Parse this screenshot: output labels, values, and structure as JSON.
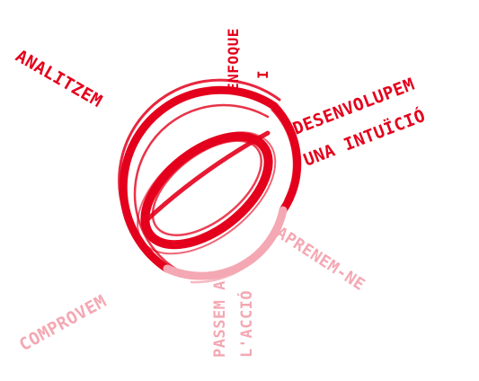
{
  "diagram": {
    "steps": [
      {
        "id": "analitzem",
        "text": "ANALITZEM",
        "active": true
      },
      {
        "id": "enfoque",
        "text": "ENFOQUE",
        "active": true
      },
      {
        "id": "enfoque-2",
        "text": "I",
        "active": true
      },
      {
        "id": "desenvolupem-1",
        "text": "DESENVOLUPEM",
        "active": true
      },
      {
        "id": "desenvolupem-2",
        "text": "UNA INTUÏCIÓ",
        "active": true
      },
      {
        "id": "aprenem",
        "text": "APRENEM-NE",
        "active": false
      },
      {
        "id": "passem-1",
        "text": "PASSEM A",
        "active": false
      },
      {
        "id": "passem-2",
        "text": "L'ACCIÓ",
        "active": false
      },
      {
        "id": "comprovem",
        "text": "COMPROVEM",
        "active": false
      }
    ],
    "colors": {
      "active": "#e4001c",
      "inactive": "#f4a8b3",
      "background": "#ffffff"
    }
  }
}
